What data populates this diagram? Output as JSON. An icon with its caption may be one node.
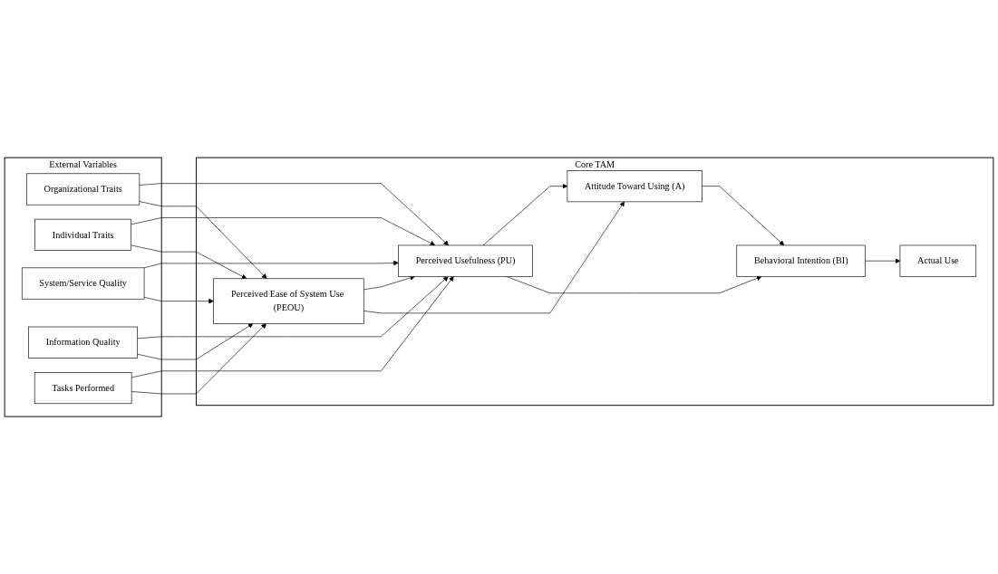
{
  "diagram": {
    "nodes": [
      {
        "text": [
          "External Variables"
        ]
      },
      {
        "text": [
          "Organizational Traits"
        ],
        "in": 0
      },
      {
        "text": [
          "Individual Traits"
        ],
        "in": 0
      },
      {
        "text": [
          "System/Service Quality"
        ],
        "in": 0
      },
      {
        "text": [
          "Information Quality"
        ],
        "in": 0
      },
      {
        "text": [
          "Tasks Performed"
        ],
        "in": 0
      },
      {
        "text": [
          "Core TAM"
        ]
      },
      {
        "text": [
          "Perceived Usefulness (PU)"
        ],
        "in": 6
      },
      {
        "text": [
          "Attitude Toward Using (A)"
        ],
        "in": 6
      },
      {
        "text": [
          "Behavioral Intention (BI)"
        ],
        "in": 6
      },
      {
        "text": [
          "Actual Use"
        ],
        "in": 6
      },
      {
        "text": [
          "Perceived Ease of System Use (PEOU)"
        ],
        "in": 6
      }
    ],
    "edges": [
      {
        "from": 1,
        "to": 7,
        "arrow": "to"
      },
      {
        "from": 1,
        "to": 11,
        "arrow": "to"
      },
      {
        "from": 2,
        "to": 7,
        "arrow": "to"
      },
      {
        "from": 2,
        "to": 11,
        "arrow": "to"
      },
      {
        "from": 3,
        "to": 7,
        "arrow": "to"
      },
      {
        "from": 3,
        "to": 11,
        "arrow": "to"
      },
      {
        "from": 4,
        "to": 7,
        "arrow": "to"
      },
      {
        "from": 4,
        "to": 11,
        "arrow": "to"
      },
      {
        "from": 5,
        "to": 7,
        "arrow": "to"
      },
      {
        "from": 5,
        "to": 11,
        "arrow": "to"
      },
      {
        "from": 11,
        "to": 7,
        "arrow": "to"
      },
      {
        "from": 7,
        "to": 8,
        "arrow": "to"
      },
      {
        "from": 7,
        "to": 9,
        "arrow": "to"
      },
      {
        "from": 11,
        "to": 8,
        "arrow": "to"
      },
      {
        "from": 8,
        "to": 9,
        "arrow": "to"
      },
      {
        "from": 9,
        "to": 10,
        "arrow": "to"
      }
    ]
  }
}
